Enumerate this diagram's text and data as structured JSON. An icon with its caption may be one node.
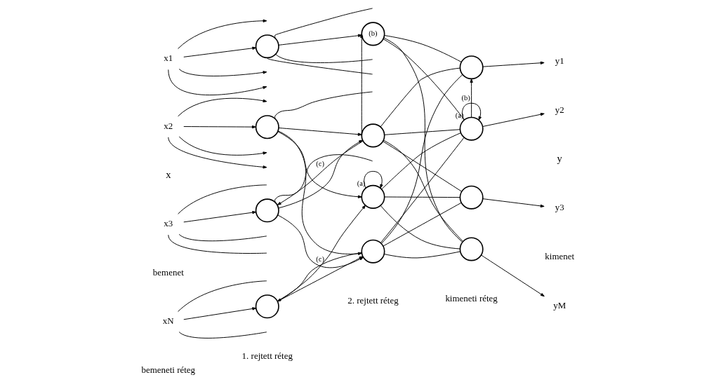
{
  "diagram": {
    "nodes": [
      {
        "text": [
          "x1"
        ]
      },
      {
        "text": [
          "x2"
        ]
      },
      {
        "text": [
          "x3"
        ]
      },
      {
        "text": [
          "xN"
        ]
      },
      {
        "text": [],
        "shape": "circle"
      },
      {
        "text": [],
        "shape": "circle"
      },
      {
        "text": [],
        "shape": "circle"
      },
      {
        "text": [],
        "shape": "circle"
      },
      {
        "text": [],
        "shape": "circle"
      },
      {
        "text": [],
        "shape": "circle"
      },
      {
        "text": [],
        "shape": "circle"
      },
      {
        "text": [],
        "shape": "circle"
      },
      {
        "text": [],
        "shape": "circle"
      },
      {
        "text": [],
        "shape": "circle"
      },
      {
        "text": [],
        "shape": "circle"
      },
      {
        "text": [],
        "shape": "circle"
      },
      {
        "text": [
          "y1"
        ]
      },
      {
        "text": [
          "y2"
        ]
      },
      {
        "text": [
          "y3"
        ]
      },
      {
        "text": [
          "yM"
        ]
      }
    ],
    "edges": [
      {
        "from": 0,
        "to": 4,
        "arrow": "to"
      },
      {
        "from": 1,
        "to": 5,
        "arrow": "to"
      },
      {
        "from": 2,
        "to": 6,
        "arrow": "to"
      },
      {
        "from": 3,
        "to": 7,
        "arrow": "to"
      },
      {
        "from": 0,
        "to": null,
        "arrow": "to"
      },
      {
        "from": 0,
        "to": null,
        "arrow": "to"
      },
      {
        "from": 0,
        "to": null,
        "arrow": "to"
      },
      {
        "from": 1,
        "to": null,
        "arrow": "to"
      },
      {
        "from": 1,
        "to": null,
        "arrow": "to"
      },
      {
        "from": 1,
        "to": null,
        "arrow": "to"
      },
      {
        "from": 2,
        "to": null,
        "arrow": "none"
      },
      {
        "from": 2,
        "to": null,
        "arrow": "none"
      },
      {
        "from": 2,
        "to": null,
        "arrow": "none"
      },
      {
        "from": 3,
        "to": null,
        "arrow": "none"
      },
      {
        "from": 3,
        "to": null,
        "arrow": "none"
      },
      {
        "from": 4,
        "to": 8,
        "arrow": "to"
      },
      {
        "from": 4,
        "to": null,
        "arrow": "none"
      },
      {
        "from": 4,
        "to": null,
        "arrow": "none"
      },
      {
        "from": 4,
        "to": null,
        "arrow": "none"
      },
      {
        "from": 5,
        "to": 9,
        "arrow": "to"
      },
      {
        "from": 5,
        "to": 10,
        "arrow": "to"
      },
      {
        "from": 5,
        "to": 11,
        "arrow": "to"
      },
      {
        "from": 5,
        "to": null,
        "arrow": "none"
      },
      {
        "from": 6,
        "to": 9,
        "arrow": "to"
      },
      {
        "from": 6,
        "to": 11,
        "arrow": "to"
      },
      {
        "from": 6,
        "to": null,
        "arrow": "none"
      },
      {
        "from": 7,
        "to": 10,
        "arrow": "to"
      },
      {
        "from": 7,
        "to": 11,
        "arrow": "to"
      },
      {
        "from": 9,
        "to": 8,
        "arrow": "to",
        "label": "(b)"
      },
      {
        "from": 10,
        "to": 10,
        "arrow": "to",
        "label": "(a)"
      },
      {
        "from": 9,
        "to": 6,
        "arrow": "to",
        "label": "(c)"
      },
      {
        "from": 11,
        "to": 7,
        "arrow": "to",
        "label": "(c)"
      },
      {
        "from": 8,
        "to": 12,
        "arrow": "none"
      },
      {
        "from": 8,
        "to": 13,
        "arrow": "none"
      },
      {
        "from": 8,
        "to": 15,
        "arrow": "none"
      },
      {
        "from": 9,
        "to": 12,
        "arrow": "none"
      },
      {
        "from": 9,
        "to": 13,
        "arrow": "none"
      },
      {
        "from": 9,
        "to": 14,
        "arrow": "none"
      },
      {
        "from": 9,
        "to": 15,
        "arrow": "none"
      },
      {
        "from": 10,
        "to": 13,
        "arrow": "none"
      },
      {
        "from": 10,
        "to": 14,
        "arrow": "none"
      },
      {
        "from": 10,
        "to": 15,
        "arrow": "none"
      },
      {
        "from": 11,
        "to": 12,
        "arrow": "none"
      },
      {
        "from": 11,
        "to": 13,
        "arrow": "none"
      },
      {
        "from": 11,
        "to": 14,
        "arrow": "none"
      },
      {
        "from": 11,
        "to": 15,
        "arrow": "none"
      },
      {
        "from": 13,
        "to": 12,
        "arrow": "to",
        "label": "(b)"
      },
      {
        "from": 13,
        "to": 13,
        "arrow": "to",
        "label": "(a)"
      },
      {
        "from": 12,
        "to": 16,
        "arrow": "to"
      },
      {
        "from": 13,
        "to": 17,
        "arrow": "to"
      },
      {
        "from": 14,
        "to": 18,
        "arrow": "to"
      },
      {
        "from": 15,
        "to": 19,
        "arrow": "to"
      }
    ],
    "labels": [
      "x",
      "y",
      "bemenet",
      "kimenet",
      "bemeneti réteg",
      "1. rejtett réteg",
      "2. rejtett réteg",
      "kimeneti réteg"
    ]
  }
}
